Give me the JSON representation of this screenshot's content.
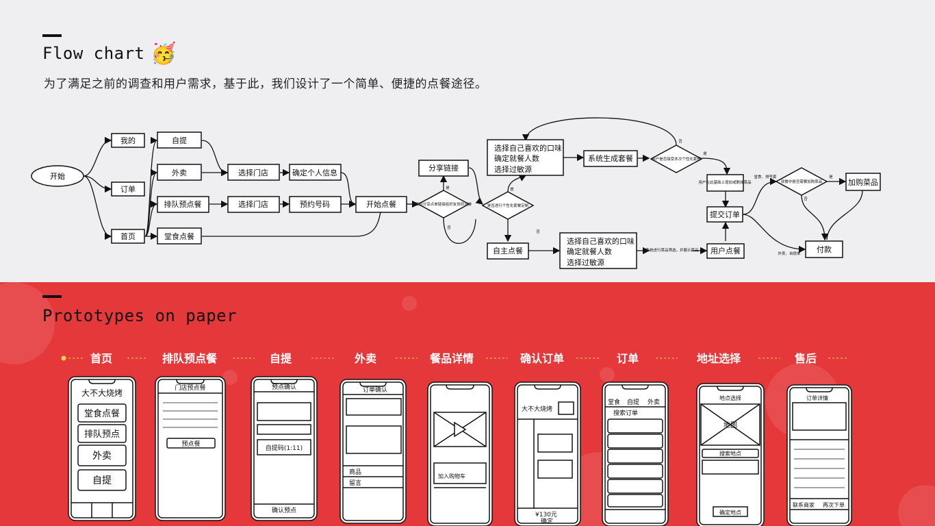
{
  "section1": {
    "title": "Flow chart",
    "intro": "为了满足之前的调查和用户需求，基于此，我们设计了一个简单、便捷的点餐途径。",
    "emoji": "🥳"
  },
  "flow": {
    "start": "开始",
    "mine": "我的",
    "orders": "订单",
    "home": "首页",
    "pickup": "自提",
    "delivery": "外卖",
    "queue": "排队预点餐",
    "dinein": "堂食点餐",
    "store1": "选择门店",
    "store2": "选择门店",
    "confirm_info": "确定个人信息",
    "reserve_no": "预约号码",
    "start_order": "开始点餐",
    "share_link": "分享链接",
    "share_q": "是否分享点单链接给好友协同点单",
    "custom_q": "是否进行个性化套餐定制",
    "prefs_a": [
      "选择自己喜欢的口味",
      "确定就餐人数",
      "选择过敏源"
    ],
    "prefs_b": [
      "选择自己喜欢的口味",
      "确定就餐人数",
      "选择过敏源"
    ],
    "sys_set": "系统生成套餐",
    "accept_q": "用户是否接受本次个性化套餐",
    "self_order": "自主点餐",
    "sys_recommend": "系统进行菜品筛选，并展示菜品",
    "user_order": "用户点餐",
    "add_or_remove": "用户在此基础上增加或删减菜品",
    "submit": "提交订单",
    "need_more_q": "就餐中是否需要加购菜品",
    "add_more": "加购菜品",
    "pay": "付款",
    "yes": "是",
    "no": "否",
    "dinein_takeout_note": "堂食、排号套",
    "takeout_note": "外卖、自提单"
  },
  "section2": {
    "title": "Prototypes on paper",
    "tabs": [
      "首页",
      "排队预点餐",
      "自提",
      "外卖",
      "餐品详情",
      "确认订单",
      "订单",
      "地址选择",
      "售后"
    ]
  },
  "sketches": {
    "home_title": "大不大烧烤",
    "home_buttons": [
      "堂食点餐",
      "排队预点",
      "外卖",
      "自提"
    ],
    "queue_title": "门店预点餐",
    "queue_button": "预点餐",
    "pickup_title": "预点确认",
    "pickup_field": "自提码(1:11)",
    "pickup_button": "确认预点",
    "delivery_title": "订单确认",
    "delivery_rows": [
      "商品",
      "留言"
    ],
    "detail_button": "加入购物车",
    "confirm_title": "大不大烧烤",
    "confirm_total": "¥130元",
    "confirm_ok": "确定",
    "orders_tabs": [
      "堂食",
      "自提",
      "外卖"
    ],
    "orders_search": "搜索订单",
    "address_title": "地点选择",
    "address_map": "地图",
    "address_search": "搜索地点",
    "address_button": "确定地点",
    "aftersale_title": "订单详情",
    "aftersale_buttons": [
      "联系商家",
      "再次下单"
    ]
  },
  "colors": {
    "accent": "#e5383b",
    "ink": "#111111",
    "background": "#efeef1",
    "tab_text": "#ffffff",
    "tab_dot": "#f4d24b"
  }
}
